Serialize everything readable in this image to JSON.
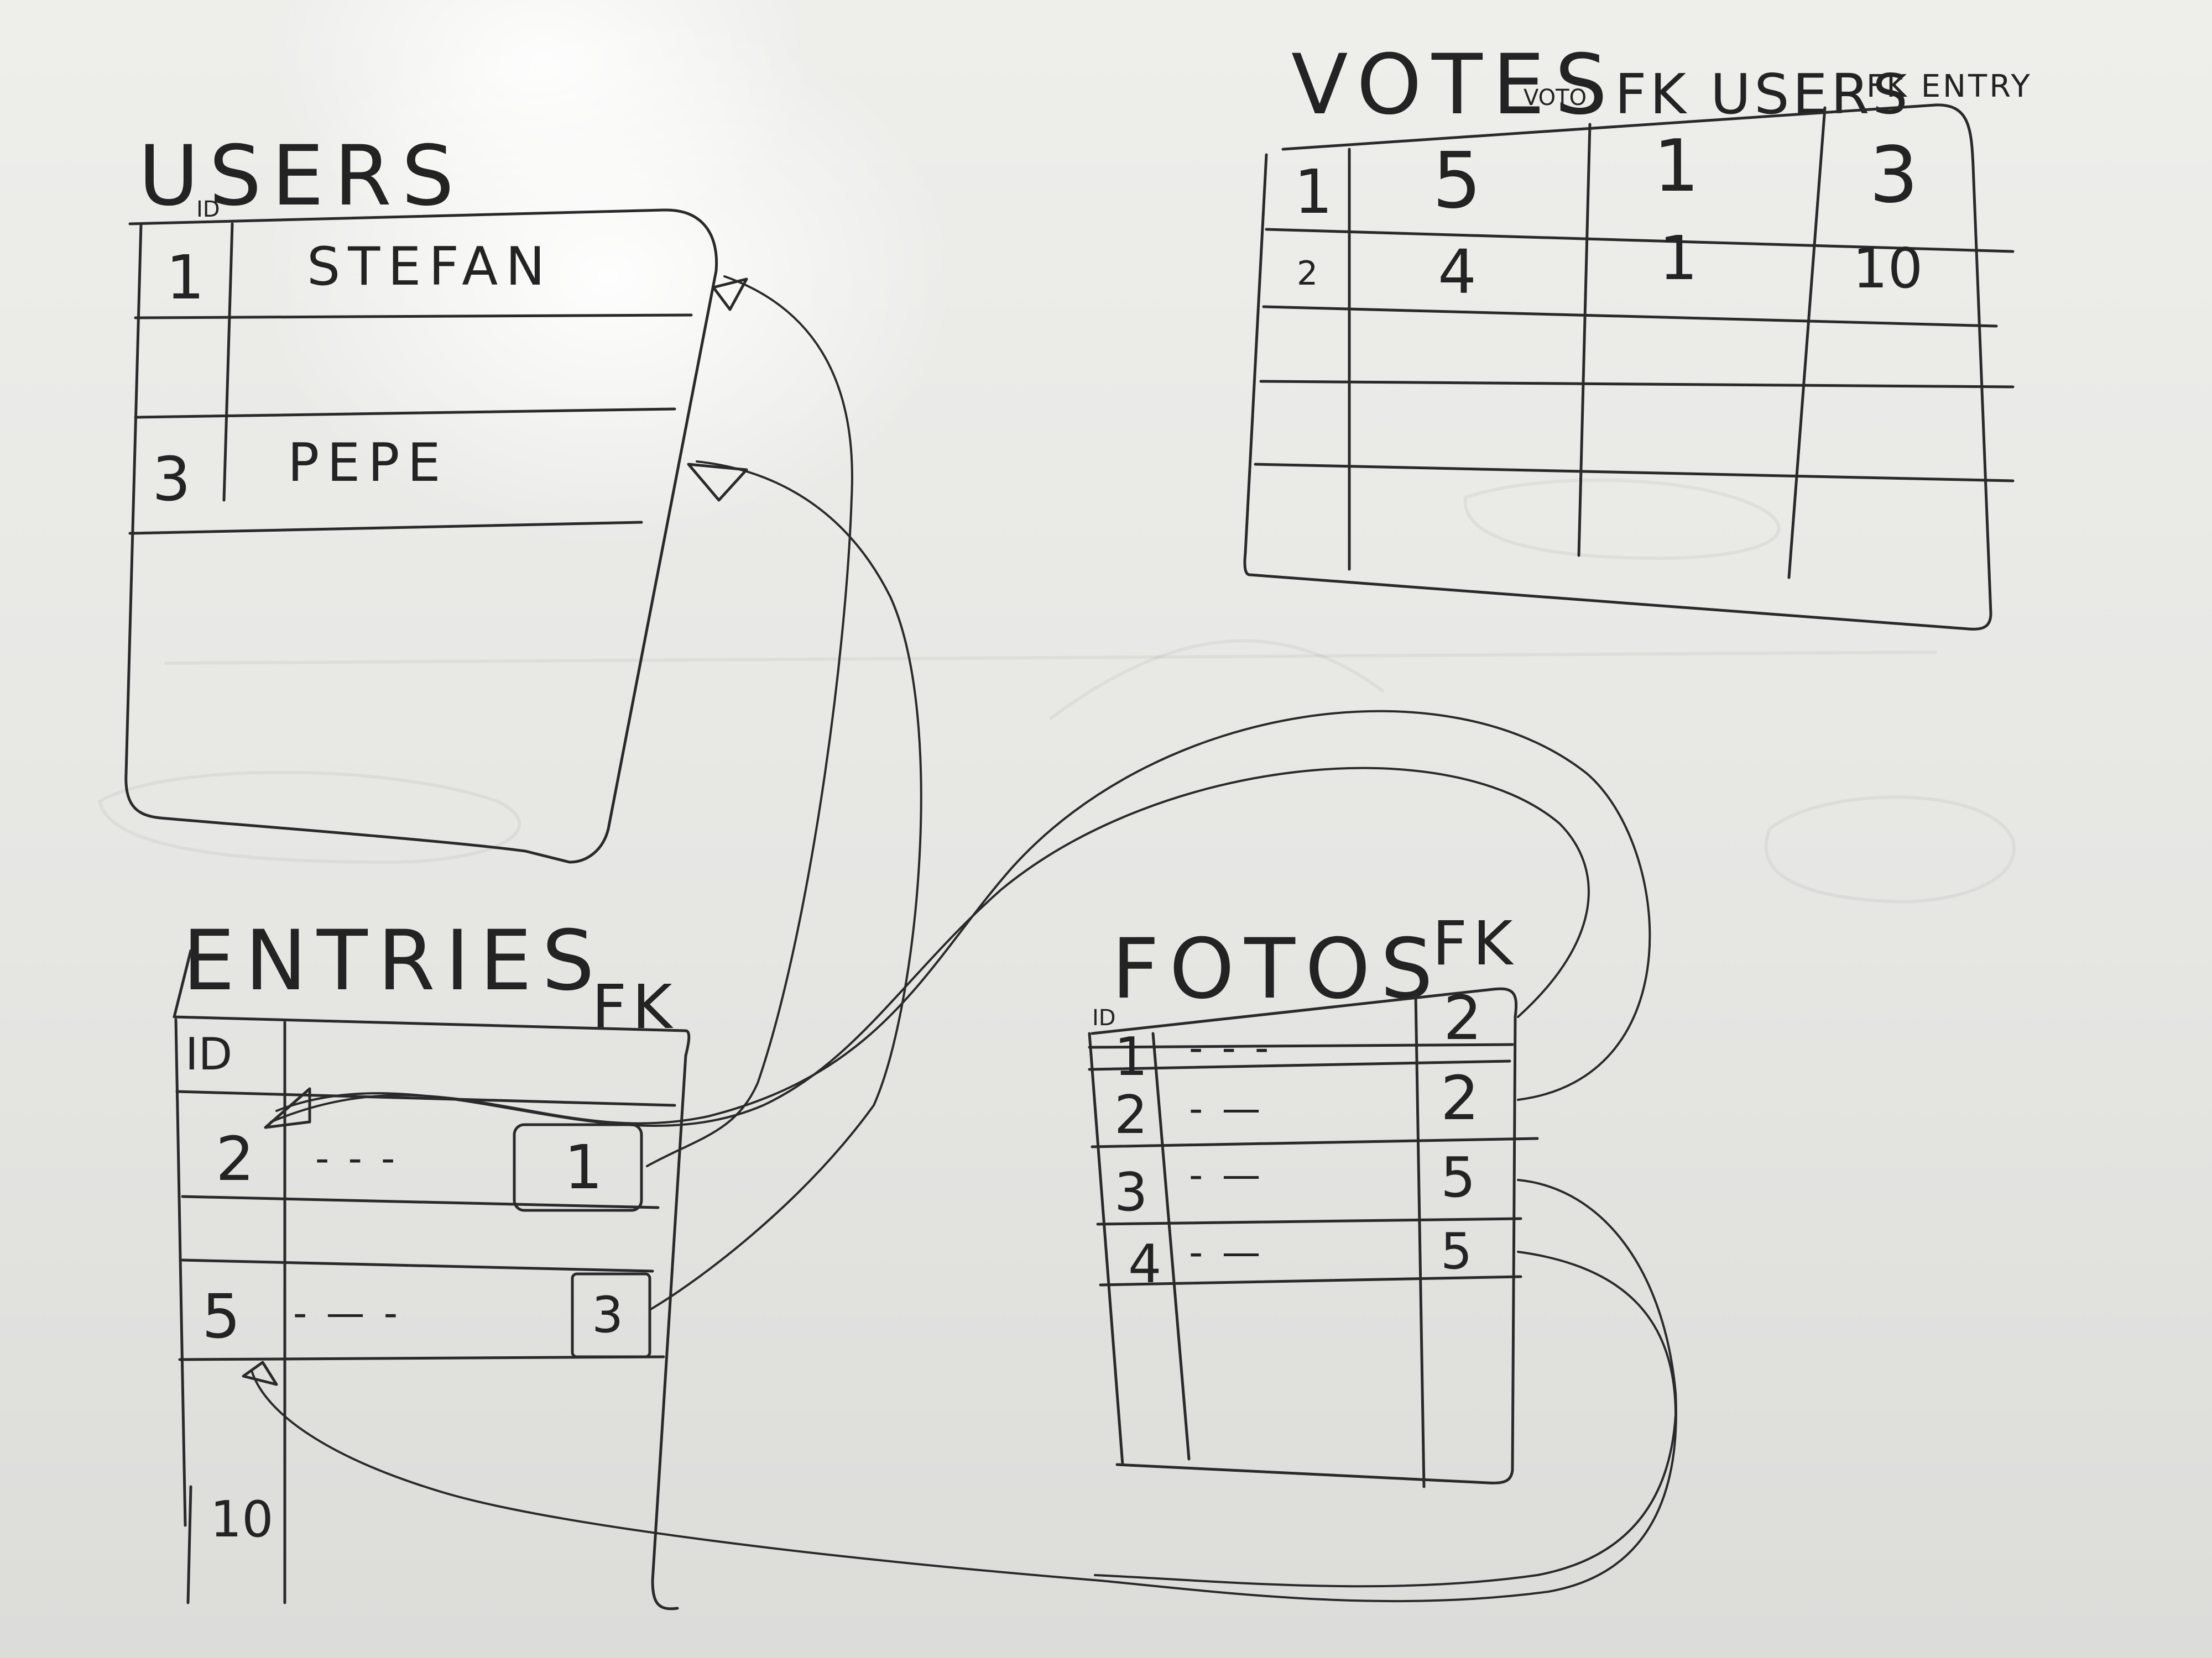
{
  "users": {
    "title": "USERS",
    "id_header": "ID",
    "rows": [
      {
        "id": "1",
        "name": "STEFAN"
      },
      {
        "id": "",
        "name": ""
      },
      {
        "id": "3",
        "name": "PEPE"
      }
    ]
  },
  "votes": {
    "title": "VOTES",
    "columns": [
      "VOTO",
      "FK USERS",
      "FK ENTRY"
    ],
    "rows": [
      {
        "id": "1",
        "voto": "5",
        "fk_users": "1",
        "fk_entry": "3"
      },
      {
        "id": "2",
        "voto": "4",
        "fk_users": "1",
        "fk_entry": "10"
      }
    ]
  },
  "entries": {
    "title": "ENTRIES",
    "fk_header": "FK",
    "id_header": "ID",
    "rows": [
      {
        "id": "2",
        "content": "- - -",
        "fk": "1"
      },
      {
        "id": "5",
        "content": "- —     -",
        "fk": "3"
      },
      {
        "id": "10",
        "content": "",
        "fk": ""
      }
    ]
  },
  "fotos": {
    "title": "FOTOS",
    "fk_header": "FK",
    "id_header": "ID",
    "rows": [
      {
        "id": "1",
        "content": "- - -",
        "fk": "2"
      },
      {
        "id": "2",
        "content": "- —",
        "fk": "2"
      },
      {
        "id": "3",
        "content": "- —",
        "fk": "5"
      },
      {
        "id": "4",
        "content": "- —",
        "fk": "5"
      }
    ]
  }
}
